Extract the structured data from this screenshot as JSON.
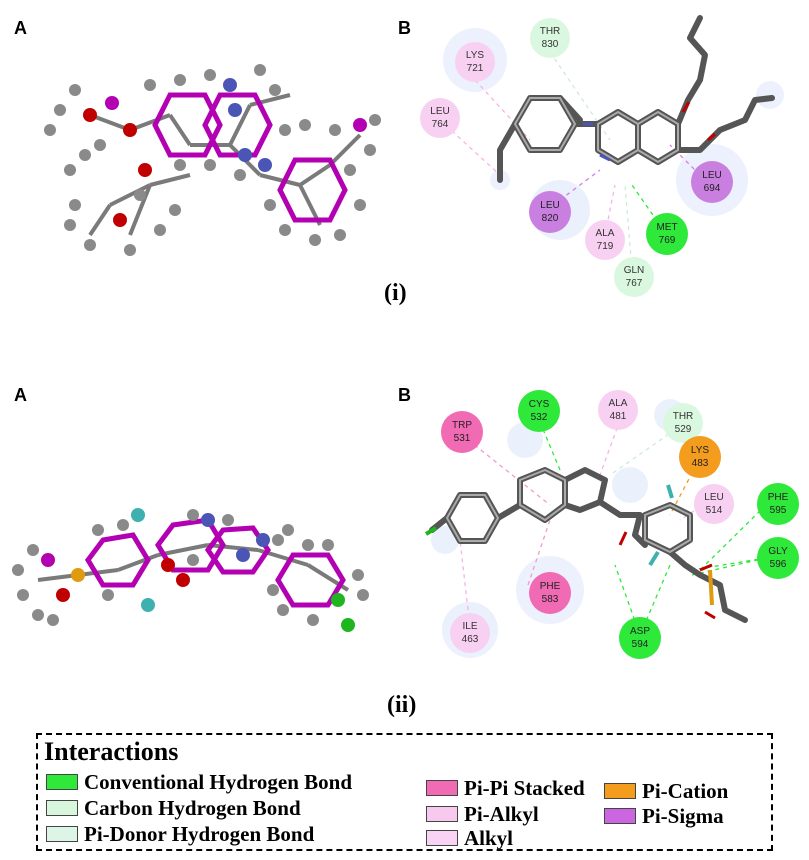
{
  "figure": {
    "top": {
      "label_a": "A",
      "label_b": "B",
      "roman": "(i)",
      "residues": [
        {
          "name": "THR",
          "num": "830",
          "type": "carbon_hb"
        },
        {
          "name": "LYS",
          "num": "721",
          "type": "alkyl"
        },
        {
          "name": "LEU",
          "num": "764",
          "type": "alkyl"
        },
        {
          "name": "LEU",
          "num": "820",
          "type": "pi_sigma"
        },
        {
          "name": "ALA",
          "num": "719",
          "type": "alkyl"
        },
        {
          "name": "MET",
          "num": "769",
          "type": "conventional_hb"
        },
        {
          "name": "GLN",
          "num": "767",
          "type": "carbon_hb"
        },
        {
          "name": "LEU",
          "num": "694",
          "type": "pi_sigma"
        }
      ]
    },
    "bottom": {
      "label_a": "A",
      "label_b": "B",
      "roman": "(ii)",
      "residues": [
        {
          "name": "TRP",
          "num": "531",
          "type": "pi_pi"
        },
        {
          "name": "CYS",
          "num": "532",
          "type": "conventional_hb"
        },
        {
          "name": "ALA",
          "num": "481",
          "type": "alkyl"
        },
        {
          "name": "THR",
          "num": "529",
          "type": "carbon_hb"
        },
        {
          "name": "LYS",
          "num": "483",
          "type": "pi_cation"
        },
        {
          "name": "LEU",
          "num": "514",
          "type": "alkyl"
        },
        {
          "name": "PHE",
          "num": "595",
          "type": "conventional_hb"
        },
        {
          "name": "GLY",
          "num": "596",
          "type": "conventional_hb"
        },
        {
          "name": "PHE",
          "num": "583",
          "type": "pi_pi"
        },
        {
          "name": "ILE",
          "num": "463",
          "type": "alkyl"
        },
        {
          "name": "ASP",
          "num": "594",
          "type": "conventional_hb"
        }
      ]
    }
  },
  "legend": {
    "title": "Interactions",
    "items": [
      {
        "label": "Conventional Hydrogen Bond",
        "color": "#2ee83a"
      },
      {
        "label": "Carbon Hydrogen Bond",
        "color": "#d6f7dc"
      },
      {
        "label": "Pi-Donor Hydrogen Bond",
        "color": "#dcf5e6"
      },
      {
        "label": "Pi-Pi Stacked",
        "color": "#f06bb4"
      },
      {
        "label": "Pi-Alkyl",
        "color": "#f7c9ef"
      },
      {
        "label": "Alkyl",
        "color": "#f9d3f3"
      },
      {
        "label": "Pi-Cation",
        "color": "#f39c1e"
      },
      {
        "label": "Pi-Sigma",
        "color": "#cc66e0"
      }
    ]
  },
  "colors": {
    "conventional_hb": "#2ee83a",
    "carbon_hb": "#d9f8df",
    "alkyl": "#f8d0f2",
    "pi_sigma": "#c97fe0",
    "pi_pi": "#f06bb4",
    "pi_cation": "#f39c1e",
    "atom_carbon": "#8a8a8a",
    "atom_magenta": "#b300b3",
    "atom_nitrogen": "#4a55b5",
    "atom_oxygen": "#c00000",
    "atom_fluorine": "#3fb0b0",
    "atom_chlorine": "#1fb51f",
    "atom_sulfur": "#e09a10"
  }
}
